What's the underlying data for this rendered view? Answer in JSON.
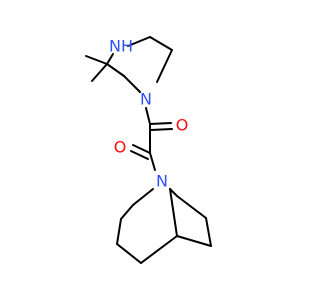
{
  "molecule": {
    "colors": {
      "background": "#ffffff",
      "bond": "#000000",
      "N": "#3050f8",
      "O": "#ff0d0d"
    },
    "atoms": {
      "nh": {
        "element": "N",
        "label": "NH"
      },
      "n_piperazine": {
        "element": "N",
        "label": "N"
      },
      "o_upper": {
        "element": "O",
        "label": "O"
      },
      "o_lower": {
        "element": "O",
        "label": "O"
      },
      "n_bridge": {
        "element": "N",
        "label": "N"
      }
    }
  }
}
